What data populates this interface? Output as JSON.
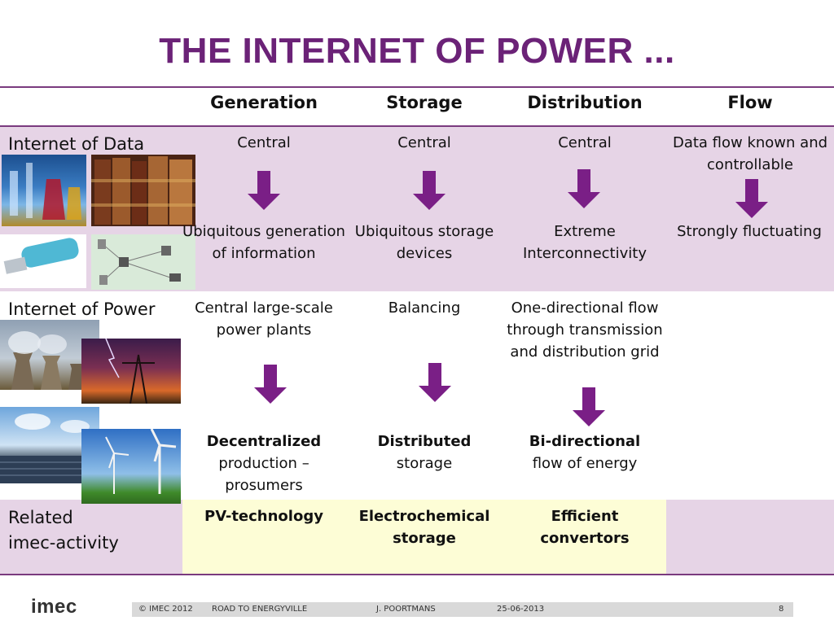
{
  "title": "THE INTERNET OF POWER ...",
  "columns": [
    "Generation",
    "Storage",
    "Distribution",
    "Flow"
  ],
  "rows": {
    "data": {
      "label": "Internet of Data",
      "from": [
        "Central",
        "Central",
        "Central",
        "Data flow known and controllable"
      ],
      "to": [
        "Ubiquitous generation of information",
        "Ubiquitous storage devices",
        "Extreme Interconnectivity",
        "Strongly fluctuating"
      ]
    },
    "power": {
      "label": "Internet of Power",
      "from": [
        "Central large-scale power plants",
        "Balancing",
        "One-directional flow through transmission and distribution grid"
      ],
      "to_bold": [
        "Decentralized",
        "Distributed",
        "Bi-directional"
      ],
      "to_rest": [
        "production – prosumers",
        "storage",
        "flow of energy"
      ]
    },
    "related": {
      "label_line1": "Related",
      "label_line2": "imec-activity",
      "values": [
        "PV-technology",
        "Electrochemical storage",
        "Efficient convertors"
      ]
    }
  },
  "images": [
    "lab-glassware-image",
    "old-books-image",
    "usb-stick-image",
    "network-devices-image",
    "cooling-towers-image",
    "power-lines-image",
    "solar-field-image",
    "wind-turbines-image"
  ],
  "footer": {
    "logo": "imec",
    "copyright": "© IMEC 2012",
    "event": "ROAD TO ENERGYVILLE",
    "author": "J. POORTMANS",
    "date": "25-06-2013",
    "page": "8"
  },
  "colors": {
    "accent": "#6b2277",
    "band": "#e6d4e6",
    "highlight": "#fdfdd6",
    "arrow": "#7a1f86"
  }
}
